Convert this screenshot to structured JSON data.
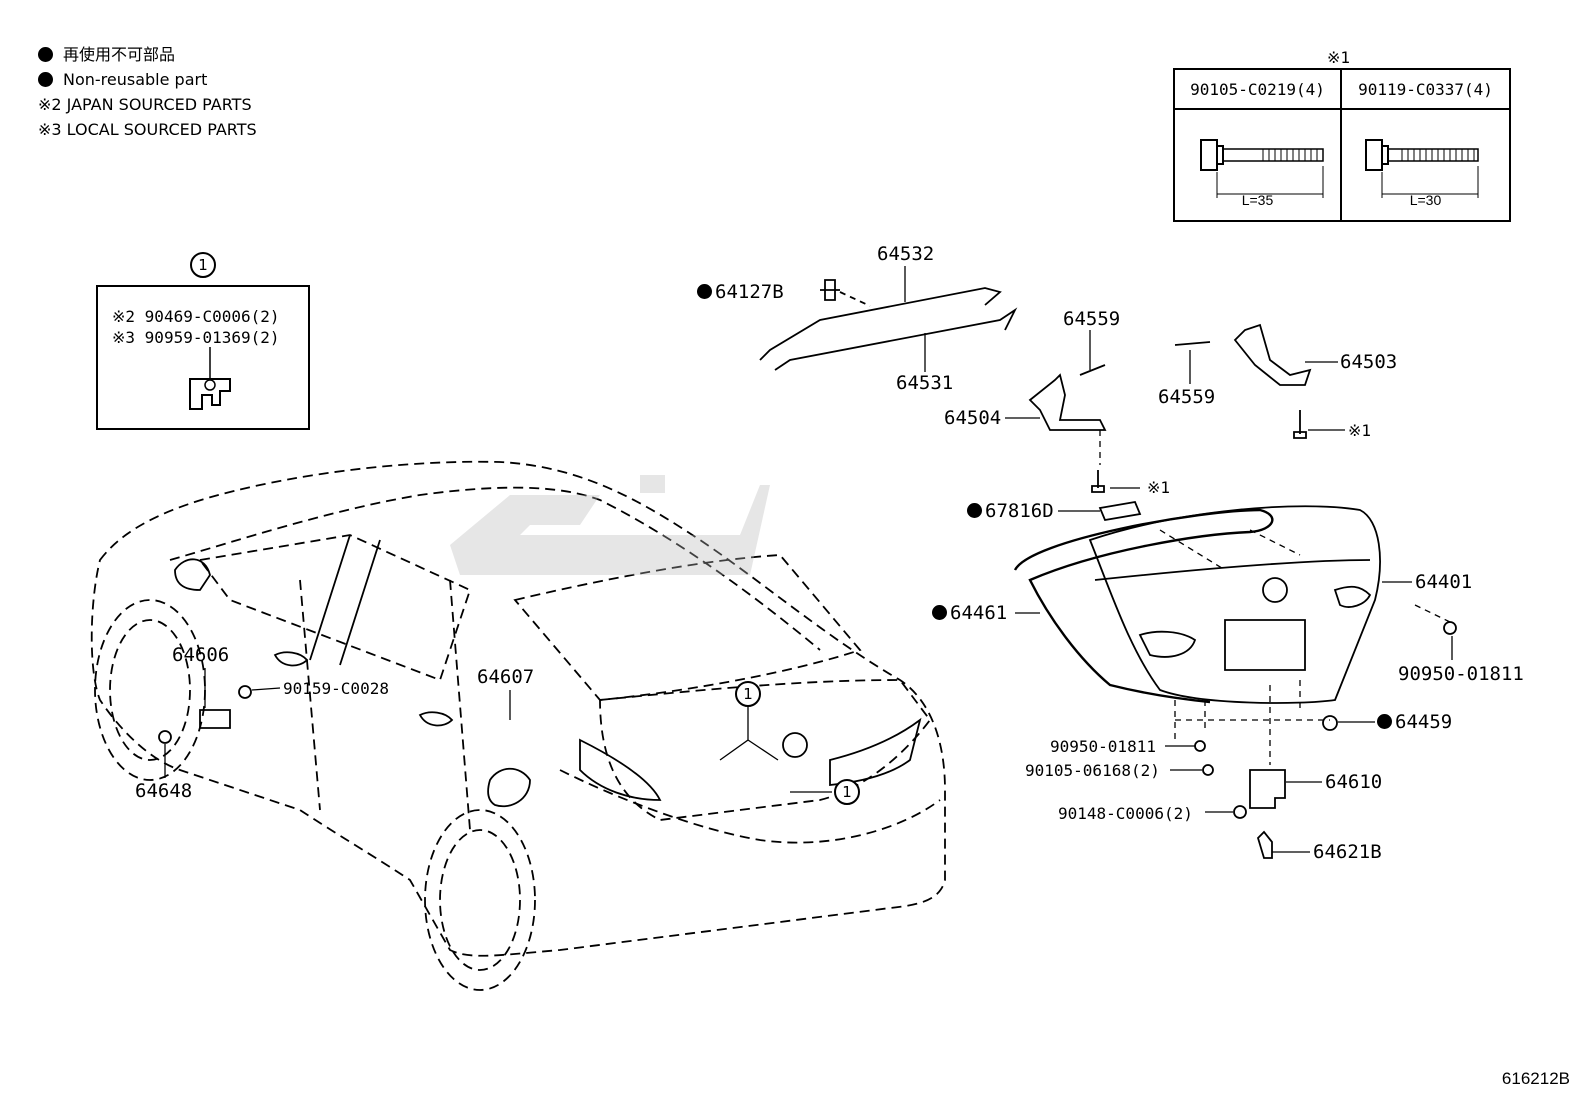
{
  "legend": {
    "line1": "再使用不可部品",
    "line2": "Non-reusable part",
    "line3": "※2 JAPAN SOURCED PARTS",
    "line4": "※3 LOCAL SOURCED PARTS"
  },
  "bolt_table": {
    "title": "※1",
    "col1_part": "90105-C0219(4)",
    "col1_length": "L=35",
    "col2_part": "90119-C0337(4)",
    "col2_length": "L=30"
  },
  "kit": {
    "number": "1",
    "line1": "※2 90469-C0006(2)",
    "line2": "※3 90959-01369(2)"
  },
  "labels": {
    "p64532": "64532",
    "p64127B": "64127B",
    "p64531": "64531",
    "p64559a": "64559",
    "p64559b": "64559",
    "p64503": "64503",
    "p64504": "64504",
    "star1a": "※1",
    "star1b": "※1",
    "p67816D": "67816D",
    "p64401": "64401",
    "p64461": "64461",
    "p90950a": "90950-01811",
    "p64459": "64459",
    "p90950b": "90950-01811",
    "p90105": "90105-06168(2)",
    "p64610": "64610",
    "p90148": "90148-C0006(2)",
    "p64621B": "64621B",
    "p64606": "64606",
    "p90159": "90159-C0028",
    "p64607": "64607",
    "p64648": "64648",
    "callout1": "1",
    "callout2": "1"
  },
  "figure_ref": "616212B",
  "colors": {
    "line": "#000000",
    "watermark": "#b8b8b8"
  }
}
